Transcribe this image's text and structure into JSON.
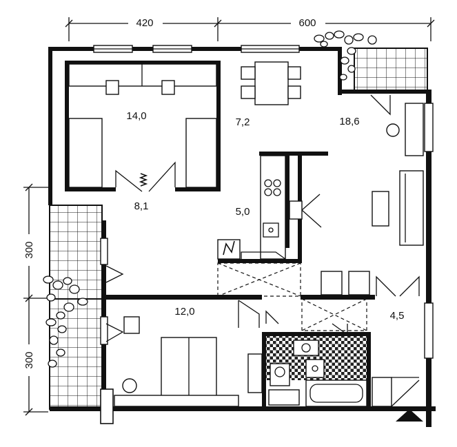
{
  "dimensions": {
    "top_left": "420",
    "top_right": "600",
    "left_upper": "300",
    "left_lower": "300"
  },
  "rooms": {
    "bedroom_top": "14,0",
    "dining": "7,2",
    "living": "18,6",
    "hall": "8,1",
    "kitchen": "5,0",
    "bedroom_bottom": "12,0",
    "storage": "4,5"
  }
}
